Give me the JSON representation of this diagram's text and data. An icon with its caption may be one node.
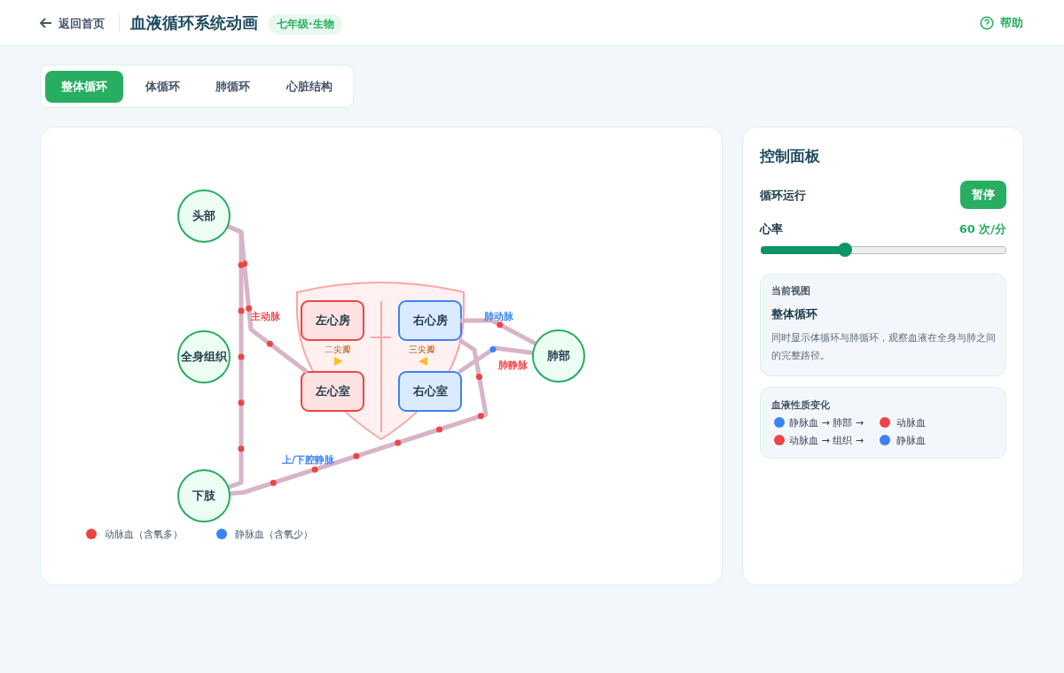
{
  "diagram": {
    "title": "血液循环系统动画",
    "nodes": [
      {
        "text": [
          "头部"
        ]
      },
      {
        "text": [
          "全身组织"
        ]
      },
      {
        "text": [
          "下肢"
        ]
      },
      {
        "text": [],
        "shape": "heart"
      },
      {
        "text": [
          "左心房"
        ],
        "in": 3
      },
      {
        "text": [
          "右心房"
        ],
        "in": 3
      },
      {
        "text": [
          "左心室"
        ],
        "in": 3
      },
      {
        "text": [
          "右心室"
        ],
        "in": 3
      },
      {
        "text": [
          "肺部"
        ]
      }
    ],
    "edges": [
      {
        "from": 6,
        "to": 0,
        "arrow": "none",
        "label": "主动脉"
      },
      {
        "from": 0,
        "to": 2,
        "arrow": "none"
      },
      {
        "from": 2,
        "to": 5,
        "arrow": "none",
        "label": "上/下腔静脉"
      },
      {
        "from": 5,
        "to": 8,
        "arrow": "none",
        "label": "肺动脉"
      },
      {
        "from": 8,
        "to": 7,
        "arrow": "none",
        "label": "肺静脉"
      }
    ],
    "labels": [
      "返回首页",
      "七年级·生物",
      "帮助",
      "整体循环",
      "体循环",
      "肺循环",
      "心脏结构",
      "二尖瓣",
      "三尖瓣",
      "控制面板",
      "循环运行",
      "暂停",
      "心率",
      "60 次/分",
      "当前视图",
      "整体循环",
      "同时显示体循环与肺循环，观察血液在全身与肺之间的完整路径。",
      "血液性质变化",
      "静脉血 → 肺部 →",
      "动脉血",
      "动脉血 → 组织 →",
      "静脉血"
    ],
    "legend": [
      {
        "text": "动脉血（含氧多）",
        "color": "#ef4444"
      },
      {
        "text": "静脉血（含氧少）",
        "color": "#3b82f6"
      }
    ]
  }
}
